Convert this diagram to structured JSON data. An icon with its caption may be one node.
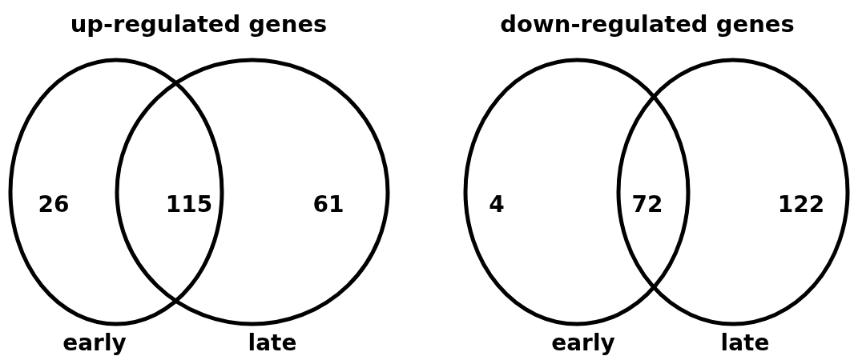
{
  "diagram": {
    "nodes": [
      {
        "text": [
          "early"
        ]
      },
      {
        "text": [
          "late"
        ]
      },
      {
        "text": [
          "early"
        ]
      },
      {
        "text": [
          "late"
        ]
      }
    ],
    "edges": [],
    "labels": [
      "up-regulated genes",
      "down-regulated genes",
      "26",
      "115",
      "61",
      "4",
      "72",
      "122"
    ]
  }
}
